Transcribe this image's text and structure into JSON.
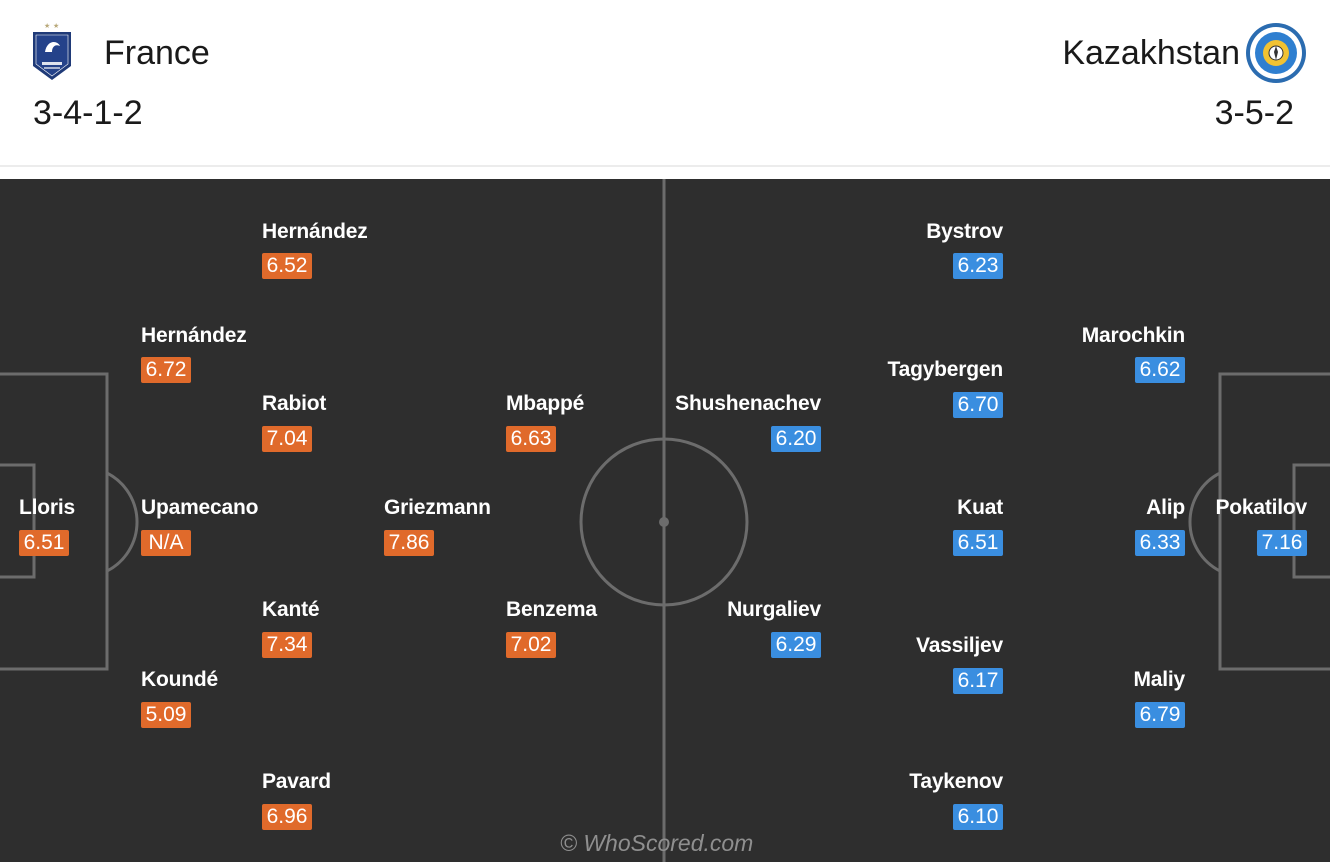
{
  "home": {
    "name": "France",
    "formation": "3-4-1-2",
    "crest_icon": "france-fff-crest-icon",
    "color": "#e06a2b"
  },
  "away": {
    "name": "Kazakhstan",
    "formation": "3-5-2",
    "crest_icon": "kazakhstan-football-union-crest-icon",
    "color": "#3a8ee0"
  },
  "home_players": [
    {
      "name": "Hernández",
      "rating": "6.52"
    },
    {
      "name": "Hernández",
      "rating": "6.72"
    },
    {
      "name": "Rabiot",
      "rating": "7.04"
    },
    {
      "name": "Mbappé",
      "rating": "6.63"
    },
    {
      "name": "Lloris",
      "rating": "6.51"
    },
    {
      "name": "Upamecano",
      "rating": "N/A"
    },
    {
      "name": "Griezmann",
      "rating": "7.86"
    },
    {
      "name": "Kanté",
      "rating": "7.34"
    },
    {
      "name": "Benzema",
      "rating": "7.02"
    },
    {
      "name": "Koundé",
      "rating": "5.09"
    },
    {
      "name": "Pavard",
      "rating": "6.96"
    }
  ],
  "away_players": [
    {
      "name": "Bystrov",
      "rating": "6.23"
    },
    {
      "name": "Marochkin",
      "rating": "6.62"
    },
    {
      "name": "Tagybergen",
      "rating": "6.70"
    },
    {
      "name": "Shushenachev",
      "rating": "6.20"
    },
    {
      "name": "Kuat",
      "rating": "6.51"
    },
    {
      "name": "Alip",
      "rating": "6.33"
    },
    {
      "name": "Pokatilov",
      "rating": "7.16"
    },
    {
      "name": "Nurgaliev",
      "rating": "6.29"
    },
    {
      "name": "Vassiljev",
      "rating": "6.17"
    },
    {
      "name": "Maliy",
      "rating": "6.79"
    },
    {
      "name": "Taykenov",
      "rating": "6.10"
    }
  ],
  "watermark": "© WhoScored.com",
  "pitch_color": "#2e2e2e"
}
